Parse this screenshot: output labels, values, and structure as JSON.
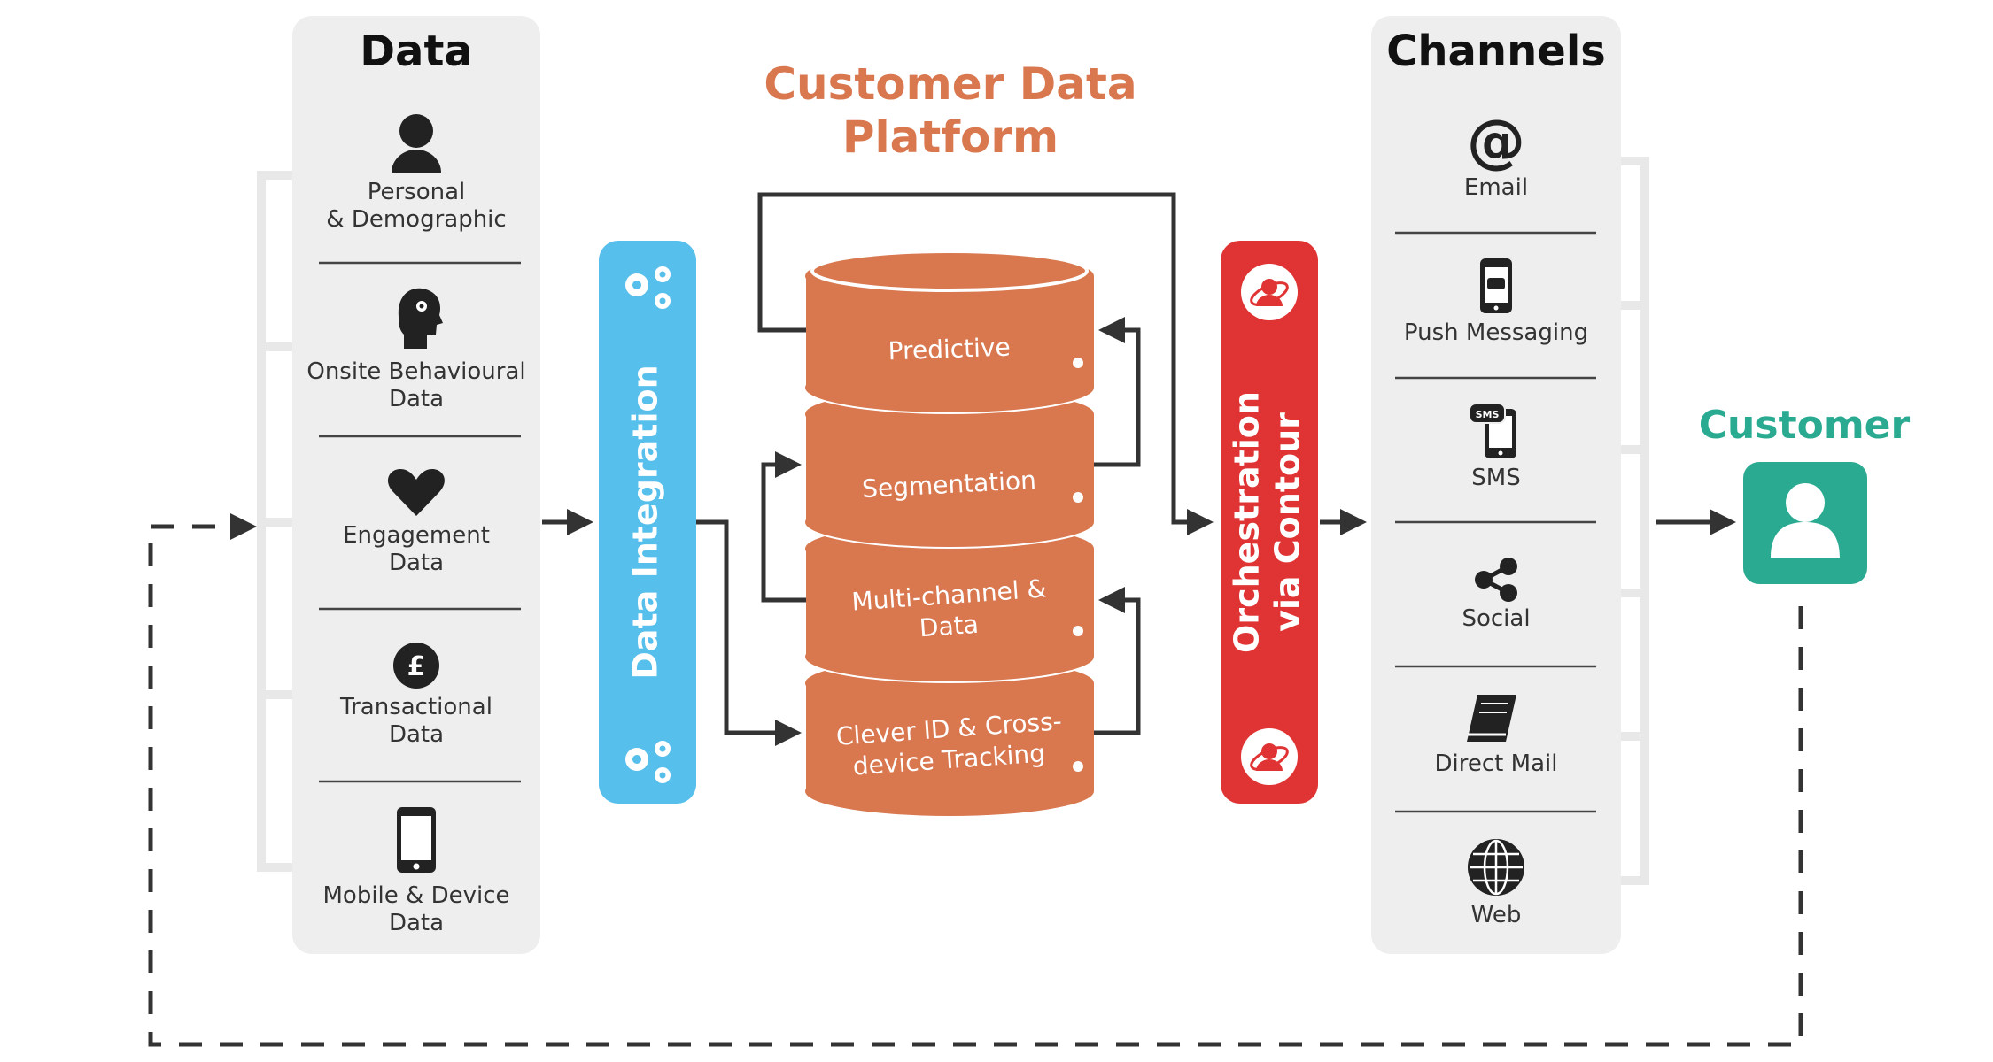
{
  "data_panel": {
    "title": "Data",
    "items": [
      {
        "line1": "Personal",
        "line2": "& Demographic",
        "icon": "person-icon"
      },
      {
        "line1": "Onsite Behavioural",
        "line2": "Data",
        "icon": "head-gears-icon"
      },
      {
        "line1": "Engagement",
        "line2": "Data",
        "icon": "heart-icon"
      },
      {
        "line1": "Transactional",
        "line2": "Data",
        "icon": "pound-coin-icon"
      },
      {
        "line1": "Mobile & Device",
        "line2": "Data",
        "icon": "mobile-phone-icon"
      }
    ]
  },
  "integration": {
    "label": "Data Integration",
    "color": "#56bfeb"
  },
  "cdp": {
    "title_line1": "Customer Data",
    "title_line2": "Platform",
    "color": "#d9774f",
    "layers": [
      {
        "line1": "Predictive",
        "line2": ""
      },
      {
        "line1": "Segmentation",
        "line2": ""
      },
      {
        "line1": "Multi-channel &",
        "line2": "Data"
      },
      {
        "line1": "Clever ID & Cross-",
        "line2": "device Tracking"
      }
    ]
  },
  "orchestration": {
    "line1": "Orchestration",
    "line2": "via Contour",
    "color": "#e03434"
  },
  "channels_panel": {
    "title": "Channels",
    "items": [
      {
        "label": "Email",
        "icon": "at-sign-icon"
      },
      {
        "label": "Push Messaging",
        "icon": "push-phone-icon"
      },
      {
        "label": "SMS",
        "icon": "sms-phone-icon"
      },
      {
        "label": "Social",
        "icon": "share-icon"
      },
      {
        "label": "Direct Mail",
        "icon": "book-icon"
      },
      {
        "label": "Web",
        "icon": "globe-icon"
      }
    ]
  },
  "customer": {
    "title": "Customer",
    "color": "#2aab91",
    "icon": "customer-avatar-icon"
  }
}
